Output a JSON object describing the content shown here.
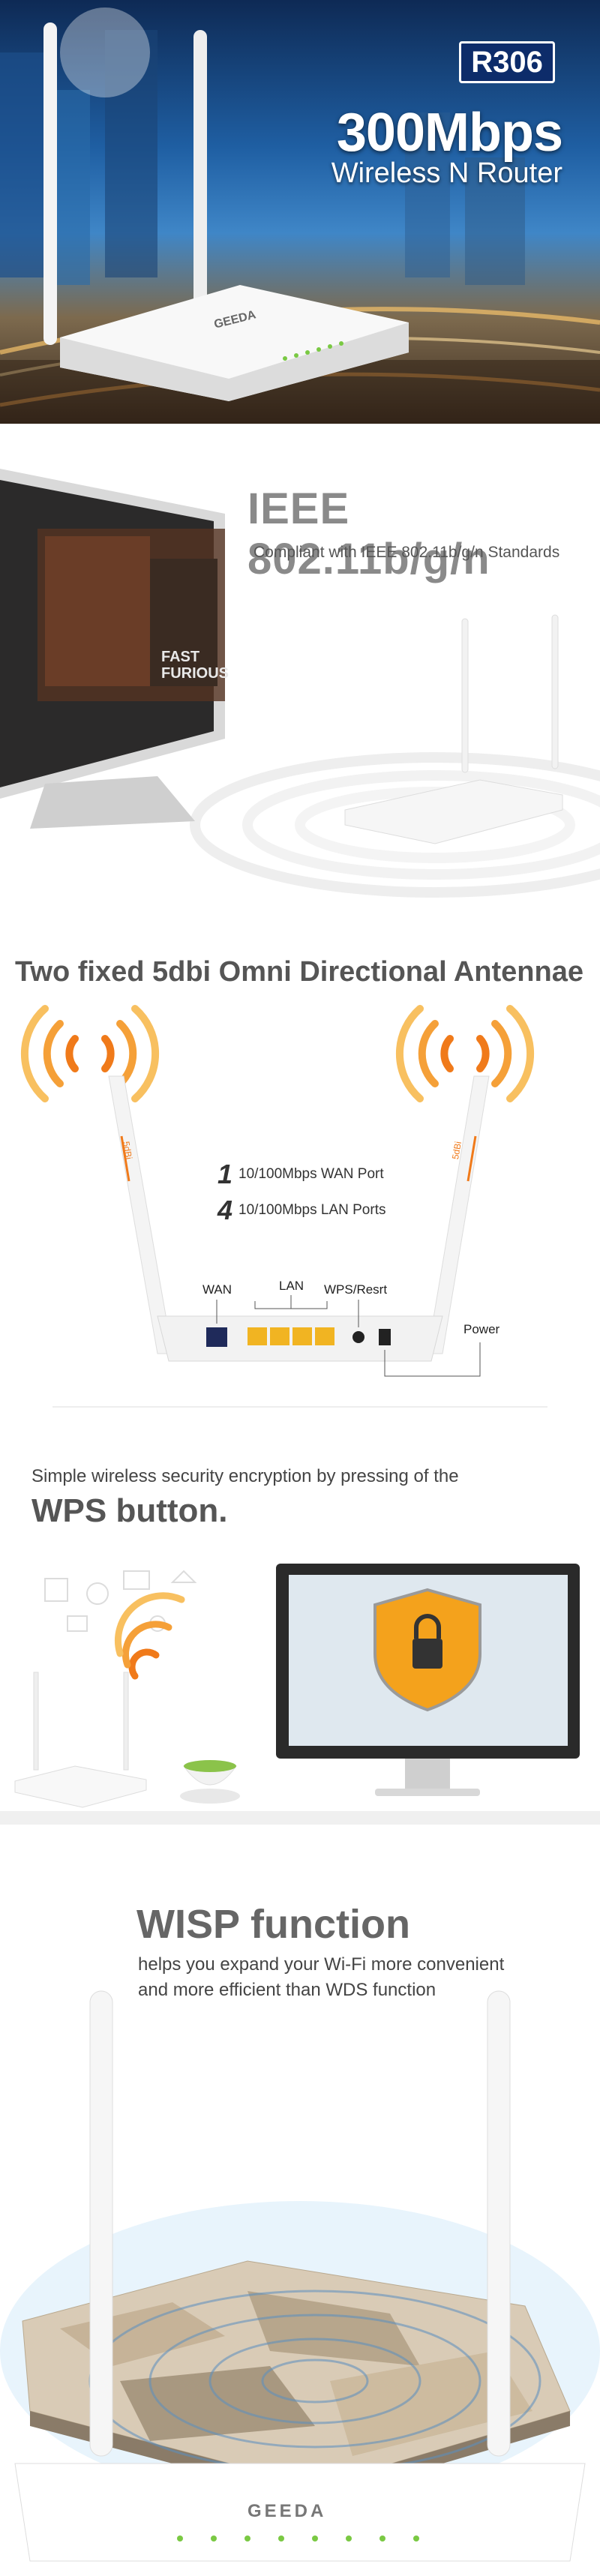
{
  "hero": {
    "model": "R306",
    "title": "300Mbps",
    "subtitle": "Wireless N Router",
    "brand": "GEEDA"
  },
  "standard": {
    "title": "IEEE 802.11b/g/n",
    "subtitle": "Compliant with IEEE 802.11b/g/n Standards",
    "poster_line1": "FAST",
    "poster_line2": "FURIOUS"
  },
  "antenna": {
    "title": "Two fixed 5dbi Omni Directional Antennae",
    "wan_num": "1",
    "wan_text": "10/100Mbps WAN Port",
    "lan_num": "4",
    "lan_text": "10/100Mbps LAN Ports",
    "label_wan": "WAN",
    "label_lan": "LAN",
    "label_wps": "WPS/Resrt",
    "label_power": "Power",
    "antenna_mark": "5dBi"
  },
  "wps": {
    "text": "Simple wireless security encryption by pressing of the",
    "title": "WPS button."
  },
  "wisp": {
    "title": "WISP function",
    "line1": "helps you expand your Wi-Fi more convenient",
    "line2": "and more efficient than WDS function",
    "brand": "GEEDA"
  },
  "colors": {
    "accent_orange": "#f07a1a",
    "badge_blue": "#0d2c6a",
    "led_green": "#7ac943",
    "shield_orange": "#f4a21c"
  }
}
